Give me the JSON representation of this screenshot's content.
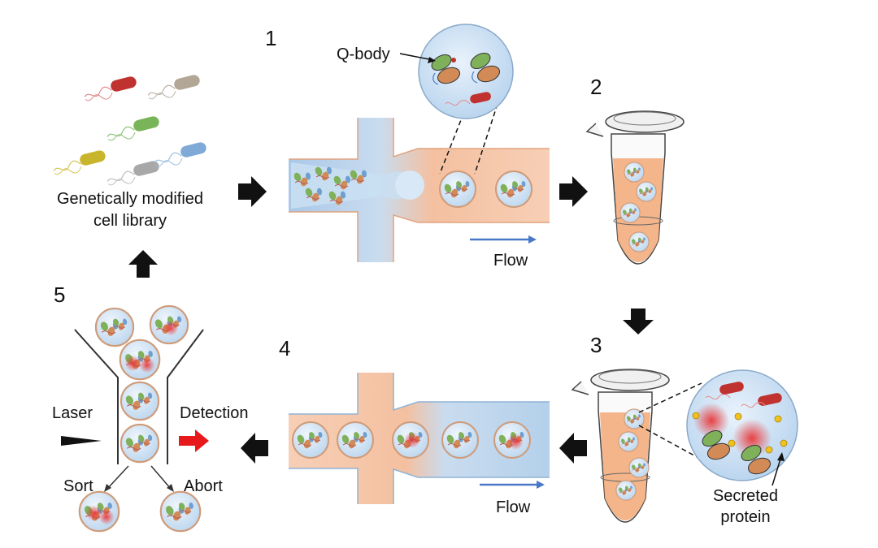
{
  "steps": {
    "s1": "1",
    "s2": "2",
    "s3": "3",
    "s4": "4",
    "s5": "5"
  },
  "labels": {
    "library_line1": "Genetically modified",
    "library_line2": "cell library",
    "qbody": "Q-body",
    "flow_top": "Flow",
    "flow_bottom": "Flow",
    "laser": "Laser",
    "detection": "Detection",
    "sort": "Sort",
    "abort": "Abort",
    "secreted_line1": "Secreted",
    "secreted_line2": "protein"
  },
  "colors": {
    "channel_orange": "#f4b896",
    "channel_blue": "#b9d4ec",
    "droplet": "#d6e8f7",
    "droplet_edge": "#d49a78",
    "arrow": "#111111",
    "flow_arrow": "#4a78c8",
    "detection_arrow": "#e8191b",
    "signal": "#e8383a",
    "protein": "#f2c21b"
  },
  "icons": {
    "process_arrow": "block-arrow-icon",
    "flow": "flow-arrow-icon",
    "tube": "microcentrifuge-tube-icon",
    "laser": "laser-beam-icon",
    "bacterium": "bacterium-icon"
  }
}
